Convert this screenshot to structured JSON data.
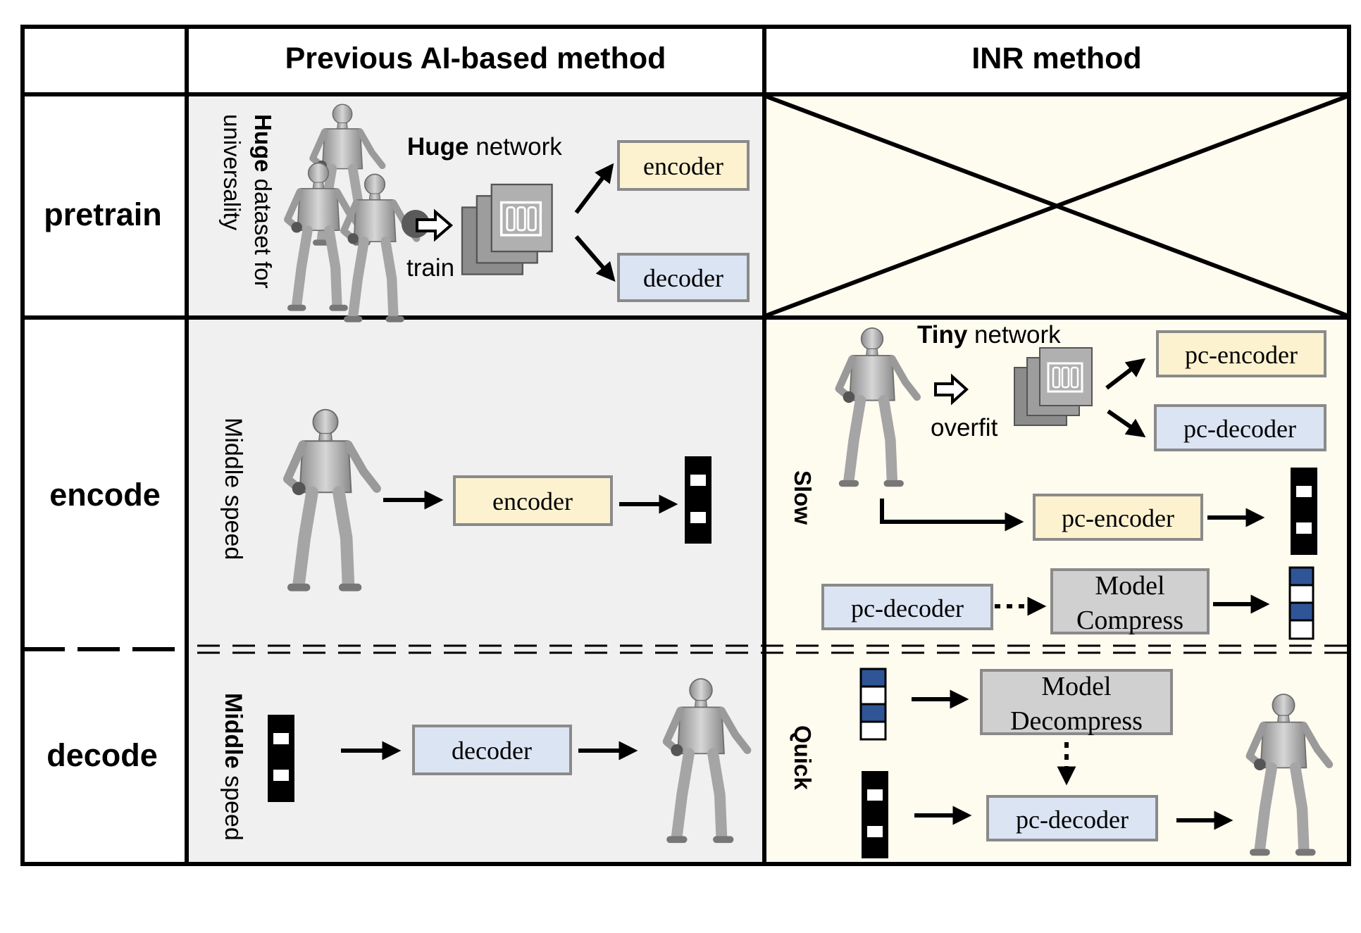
{
  "header": {
    "col_prev": "Previous AI-based method",
    "col_inr": "INR method"
  },
  "rows": {
    "pretrain": "pretrain",
    "encode": "encode",
    "decode": "decode"
  },
  "pretrain_prev": {
    "dataset_bold": "Huge",
    "dataset_rest": " dataset for",
    "dataset_line2": "universality",
    "network_bold": "Huge",
    "network_rest": " network",
    "train": "train",
    "encoder": "encoder",
    "decoder": "decoder"
  },
  "encode_prev": {
    "speed": "Middle speed",
    "encoder": "encoder"
  },
  "decode_prev": {
    "speed_bold": "Middle",
    "speed_rest": " speed",
    "decoder": "decoder"
  },
  "encode_inr": {
    "speed": "Slow",
    "network_bold": "Tiny",
    "network_rest": " network",
    "overfit": "overfit",
    "pc_encoder": "pc-encoder",
    "pc_decoder": "pc-decoder",
    "pc_encoder_2": "pc-encoder",
    "pc_decoder_2": "pc-decoder",
    "compress_line1": "Model",
    "compress_line2": "Compress"
  },
  "decode_inr": {
    "speed": "Quick",
    "decompress_line1": "Model",
    "decompress_line2": "Decompress",
    "pc_decoder": "pc-decoder"
  },
  "colors": {
    "encoder_fill": "#fdf2d0",
    "decoder_fill": "#dbe4f3",
    "model_fill": "#d0d0d0",
    "prev_bg": "#f0f0f0",
    "inr_bg": "#fefbef",
    "code_blue": "#2f5597"
  },
  "icons": {
    "figure": "human-figure-icon",
    "network": "network-stack-icon",
    "code": "code-vector-icon"
  }
}
